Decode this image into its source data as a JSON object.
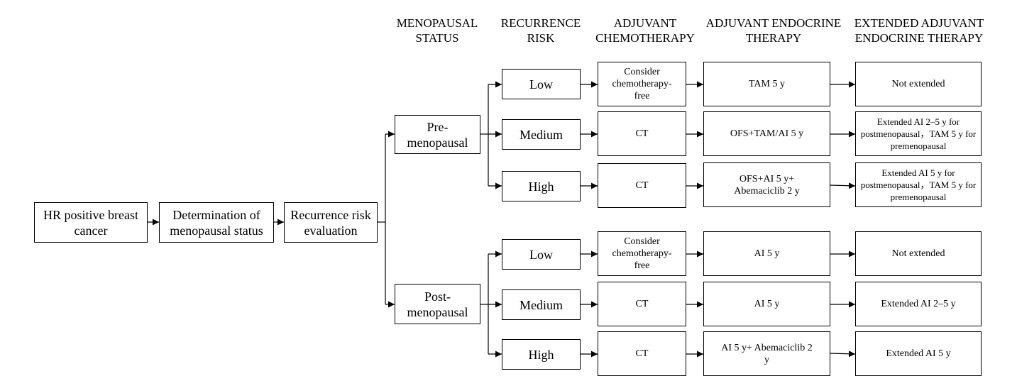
{
  "headers": {
    "menopausal_status": "MENOPAUSAL STATUS",
    "recurrence_risk": "RECURRENCE RISK",
    "adjuvant_chemotherapy": "ADJUVANT CHEMOTHERAPY",
    "adjuvant_endocrine_therapy": "ADJUVANT ENDOCRINE THERAPY",
    "extended_adjuvant_endocrine_therapy": "EXTENDED ADJUVANT ENDOCRINE THERAPY"
  },
  "flow": {
    "start": "HR positive breast cancer",
    "step2": "Determination of menopausal status",
    "step3": "Recurrence risk evaluation"
  },
  "premenopausal": {
    "label": "Pre-menopausal",
    "low": {
      "risk": "Low",
      "chemo": "Consider chemotherapy-free",
      "endocrine": "TAM 5 y",
      "extended": "Not extended"
    },
    "medium": {
      "risk": "Medium",
      "chemo": "CT",
      "endocrine": "OFS+TAM/AI 5 y",
      "extended": "Extended AI 2–5 y for postmenopausal，TAM 5 y for premenopausal"
    },
    "high": {
      "risk": "High",
      "chemo": "CT",
      "endocrine": "OFS+AI 5 y+ Abemaciclib 2 y",
      "extended": "Extended AI 5 y for postmenopausal，TAM 5 y for premenopausal"
    }
  },
  "postmenopausal": {
    "label": "Post-menopausal",
    "low": {
      "risk": "Low",
      "chemo": "Consider chemotherapy-free",
      "endocrine": "AI 5 y",
      "extended": "Not extended"
    },
    "medium": {
      "risk": "Medium",
      "chemo": "CT",
      "endocrine": "AI 5 y",
      "extended": "Extended AI 2–5 y"
    },
    "high": {
      "risk": "High",
      "chemo": "CT",
      "endocrine": "AI 5 y+ Abemaciclib 2 y",
      "extended": "Extended AI 5 y"
    }
  }
}
